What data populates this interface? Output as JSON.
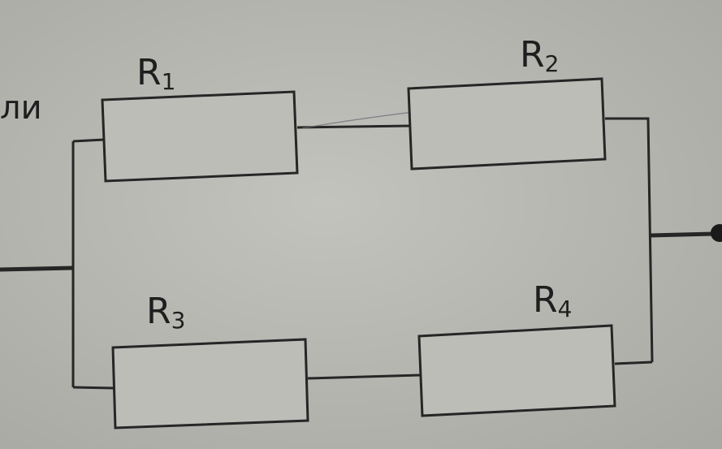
{
  "fragment_text": "ли",
  "resistors": [
    {
      "id": "R1",
      "letter": "R",
      "sub": "1"
    },
    {
      "id": "R2",
      "letter": "R",
      "sub": "2"
    },
    {
      "id": "R3",
      "letter": "R",
      "sub": "3"
    },
    {
      "id": "R4",
      "letter": "R",
      "sub": "4"
    }
  ],
  "colors": {
    "paper": "#b9b9b4",
    "wire": "#262626",
    "resistor_fill": "#bdbdb8",
    "text": "#1e1e1e"
  }
}
